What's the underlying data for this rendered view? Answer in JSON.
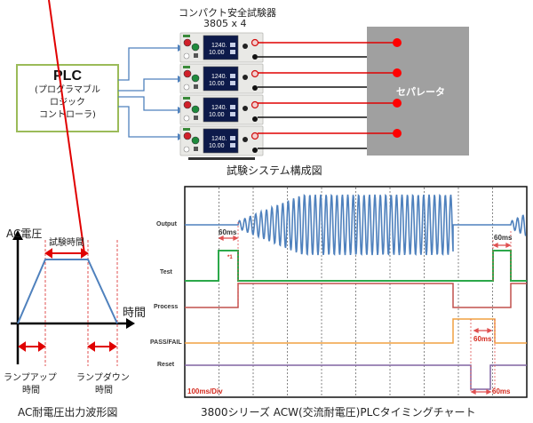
{
  "system_diagram": {
    "instrument_title": "コンパクト安全試験器",
    "instrument_count_label": "3805 x 4",
    "instrument_count": 4,
    "instrument_display": {
      "value1": "1240.",
      "value2": "10.00"
    },
    "plc": {
      "title": "PLC",
      "lines": [
        "(プログラマブル",
        "ロジック",
        "コントローラ)"
      ]
    },
    "separator_label": "セパレータ",
    "caption": "試験システム構成図",
    "colors": {
      "plc_border": "#9bbb59",
      "arrow": "#4f81bd",
      "hv_wire": "#e00000",
      "return_wire": "#111111",
      "separator": "#a0a0a0"
    }
  },
  "waveform_diagram": {
    "y_axis_label": "AC電圧",
    "x_axis_label": "時間",
    "test_time_label": "試験時間",
    "ramp_up_label": [
      "ランプアップ",
      "時間"
    ],
    "ramp_down_label": [
      "ランプダウン",
      "時間"
    ],
    "caption": "AC耐電圧出力波形図",
    "colors": {
      "waveform": "#4f81bd",
      "marker": "#e00000"
    }
  },
  "timing_chart": {
    "caption": "3800シリーズ ACW(交流耐電圧)PLCタイミングチャート",
    "time_scale": "100ms/Div",
    "divisions": 10,
    "signals": [
      {
        "name": "Output",
        "color": "#4f81bd"
      },
      {
        "name": "Test",
        "color": "#2ca84a"
      },
      {
        "name": "Process",
        "color": "#c0504d"
      },
      {
        "name": "PASS/FAIL",
        "color": "#f0a040"
      },
      {
        "name": "Reset",
        "color": "#8064a2"
      }
    ],
    "annotations": {
      "delay_1": "60ms",
      "delay_2": "60ms",
      "delay_3": "60ms",
      "delay_4": "60ms",
      "note_mark": "*1"
    }
  }
}
